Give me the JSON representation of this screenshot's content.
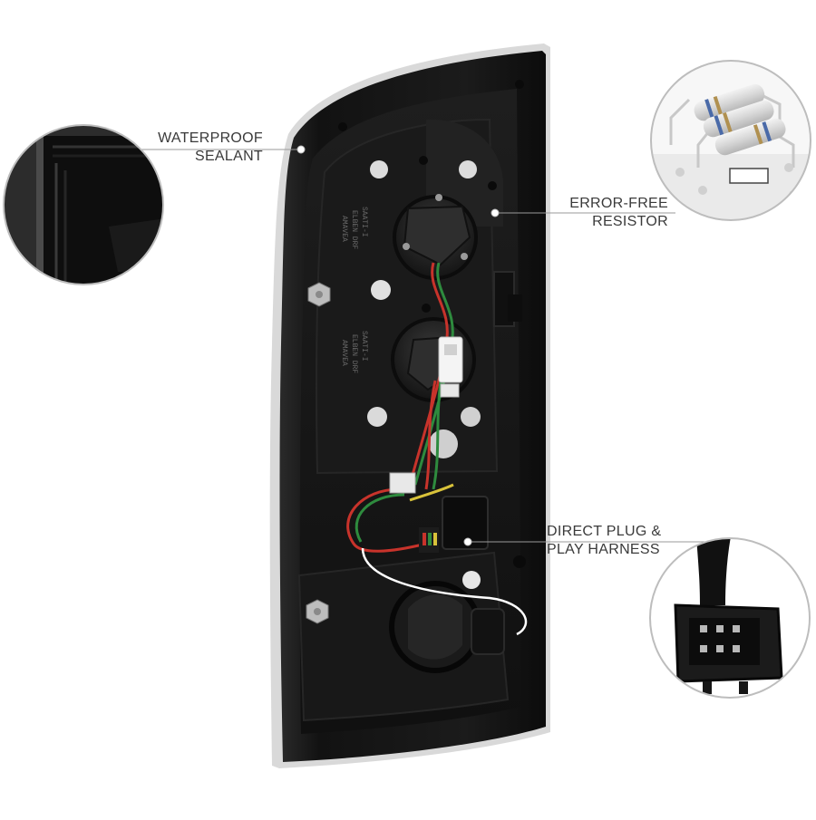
{
  "callouts": {
    "sealant": {
      "line1": "WATERPROOF",
      "line2": "SEALANT",
      "icon": "sealant-detail"
    },
    "resistor": {
      "line1": "ERROR-FREE",
      "line2": "RESISTOR",
      "icon": "resistor-detail"
    },
    "harness": {
      "line1": "DIRECT PLUG &",
      "line2": "PLAY HARNESS",
      "icon": "connector-detail"
    }
  },
  "colors": {
    "housing": "#141414",
    "chrome_edge": "#cfcfcf",
    "callout_line": "#9a9a9a",
    "label_text": "#3a3a3a",
    "wire_red": "#c8332b",
    "wire_green": "#2e8b3e",
    "wire_yellow": "#d8c23a"
  }
}
